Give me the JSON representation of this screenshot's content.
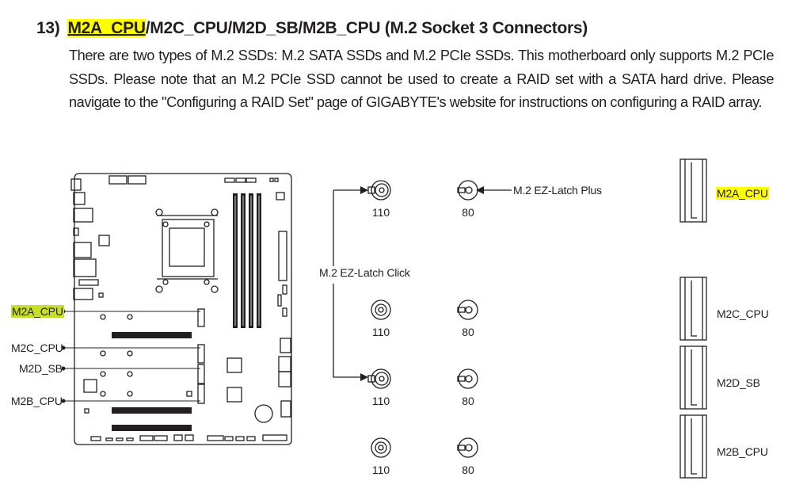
{
  "section": {
    "number": "13)",
    "title_highlighted": "M2A_CPU",
    "title_rest": "/M2C_CPU/M2D_SB/M2B_CPU (M.2 Socket 3 Connectors)",
    "highlight_color": "#ffff00",
    "paragraph": "There are two types of M.2 SSDs: M.2 SATA SSDs and M.2 PCIe SSDs. This motherboard only supports M.2 PCIe SSDs. Please note that an M.2 PCIe SSD cannot be used to create a RAID set with a SATA hard drive. Please navigate to the \"Configuring a RAID Set\" page of GIGABYTE's website for instructions on configuring a RAID array."
  },
  "board_callouts": [
    {
      "label": "M2A_CPU",
      "highlighted": true,
      "highlight_color": "#c6e02a"
    },
    {
      "label": "M2C_CPU",
      "highlighted": false
    },
    {
      "label": "M2D_SB",
      "highlighted": false
    },
    {
      "label": "M2B_CPU",
      "highlighted": false
    }
  ],
  "latch_diagram": {
    "ez_latch_plus_label": "M.2 EZ-Latch Plus",
    "ez_latch_click_label": "M.2 EZ-Latch Click",
    "rows": [
      {
        "left": {
          "length": "110",
          "type": "ez-latch-click"
        },
        "right": {
          "length": "80",
          "type": "ez-latch-plus"
        }
      },
      {
        "left": {
          "length": "110",
          "type": "standoff"
        },
        "right": {
          "length": "80",
          "type": "ez-latch-plus"
        }
      },
      {
        "left": {
          "length": "110",
          "type": "ez-latch-click"
        },
        "right": {
          "length": "80",
          "type": "ez-latch-plus"
        }
      },
      {
        "left": {
          "length": "110",
          "type": "standoff"
        },
        "right": {
          "length": "80",
          "type": "ez-latch-plus"
        }
      }
    ]
  },
  "connector_legend": [
    {
      "label": "M2A_CPU",
      "highlighted": true,
      "highlight_color": "#ffff00"
    },
    {
      "label": "M2C_CPU",
      "highlighted": false
    },
    {
      "label": "M2D_SB",
      "highlighted": false
    },
    {
      "label": "M2B_CPU",
      "highlighted": false
    }
  ]
}
